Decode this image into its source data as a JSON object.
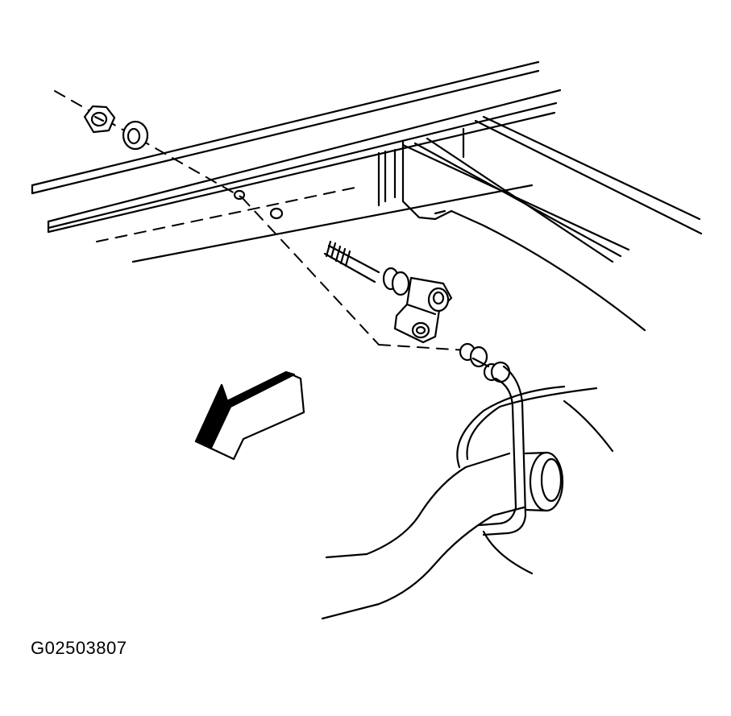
{
  "figure": {
    "id_label": "G02503807"
  },
  "components": [
    {
      "name": "frame-rail"
    },
    {
      "name": "cross-member"
    },
    {
      "name": "nut"
    },
    {
      "name": "washer"
    },
    {
      "name": "mounting-stud"
    },
    {
      "name": "clamp-bracket"
    },
    {
      "name": "cable-fitting"
    },
    {
      "name": "exhaust-pipe"
    },
    {
      "name": "forward-arrow-icon"
    }
  ]
}
